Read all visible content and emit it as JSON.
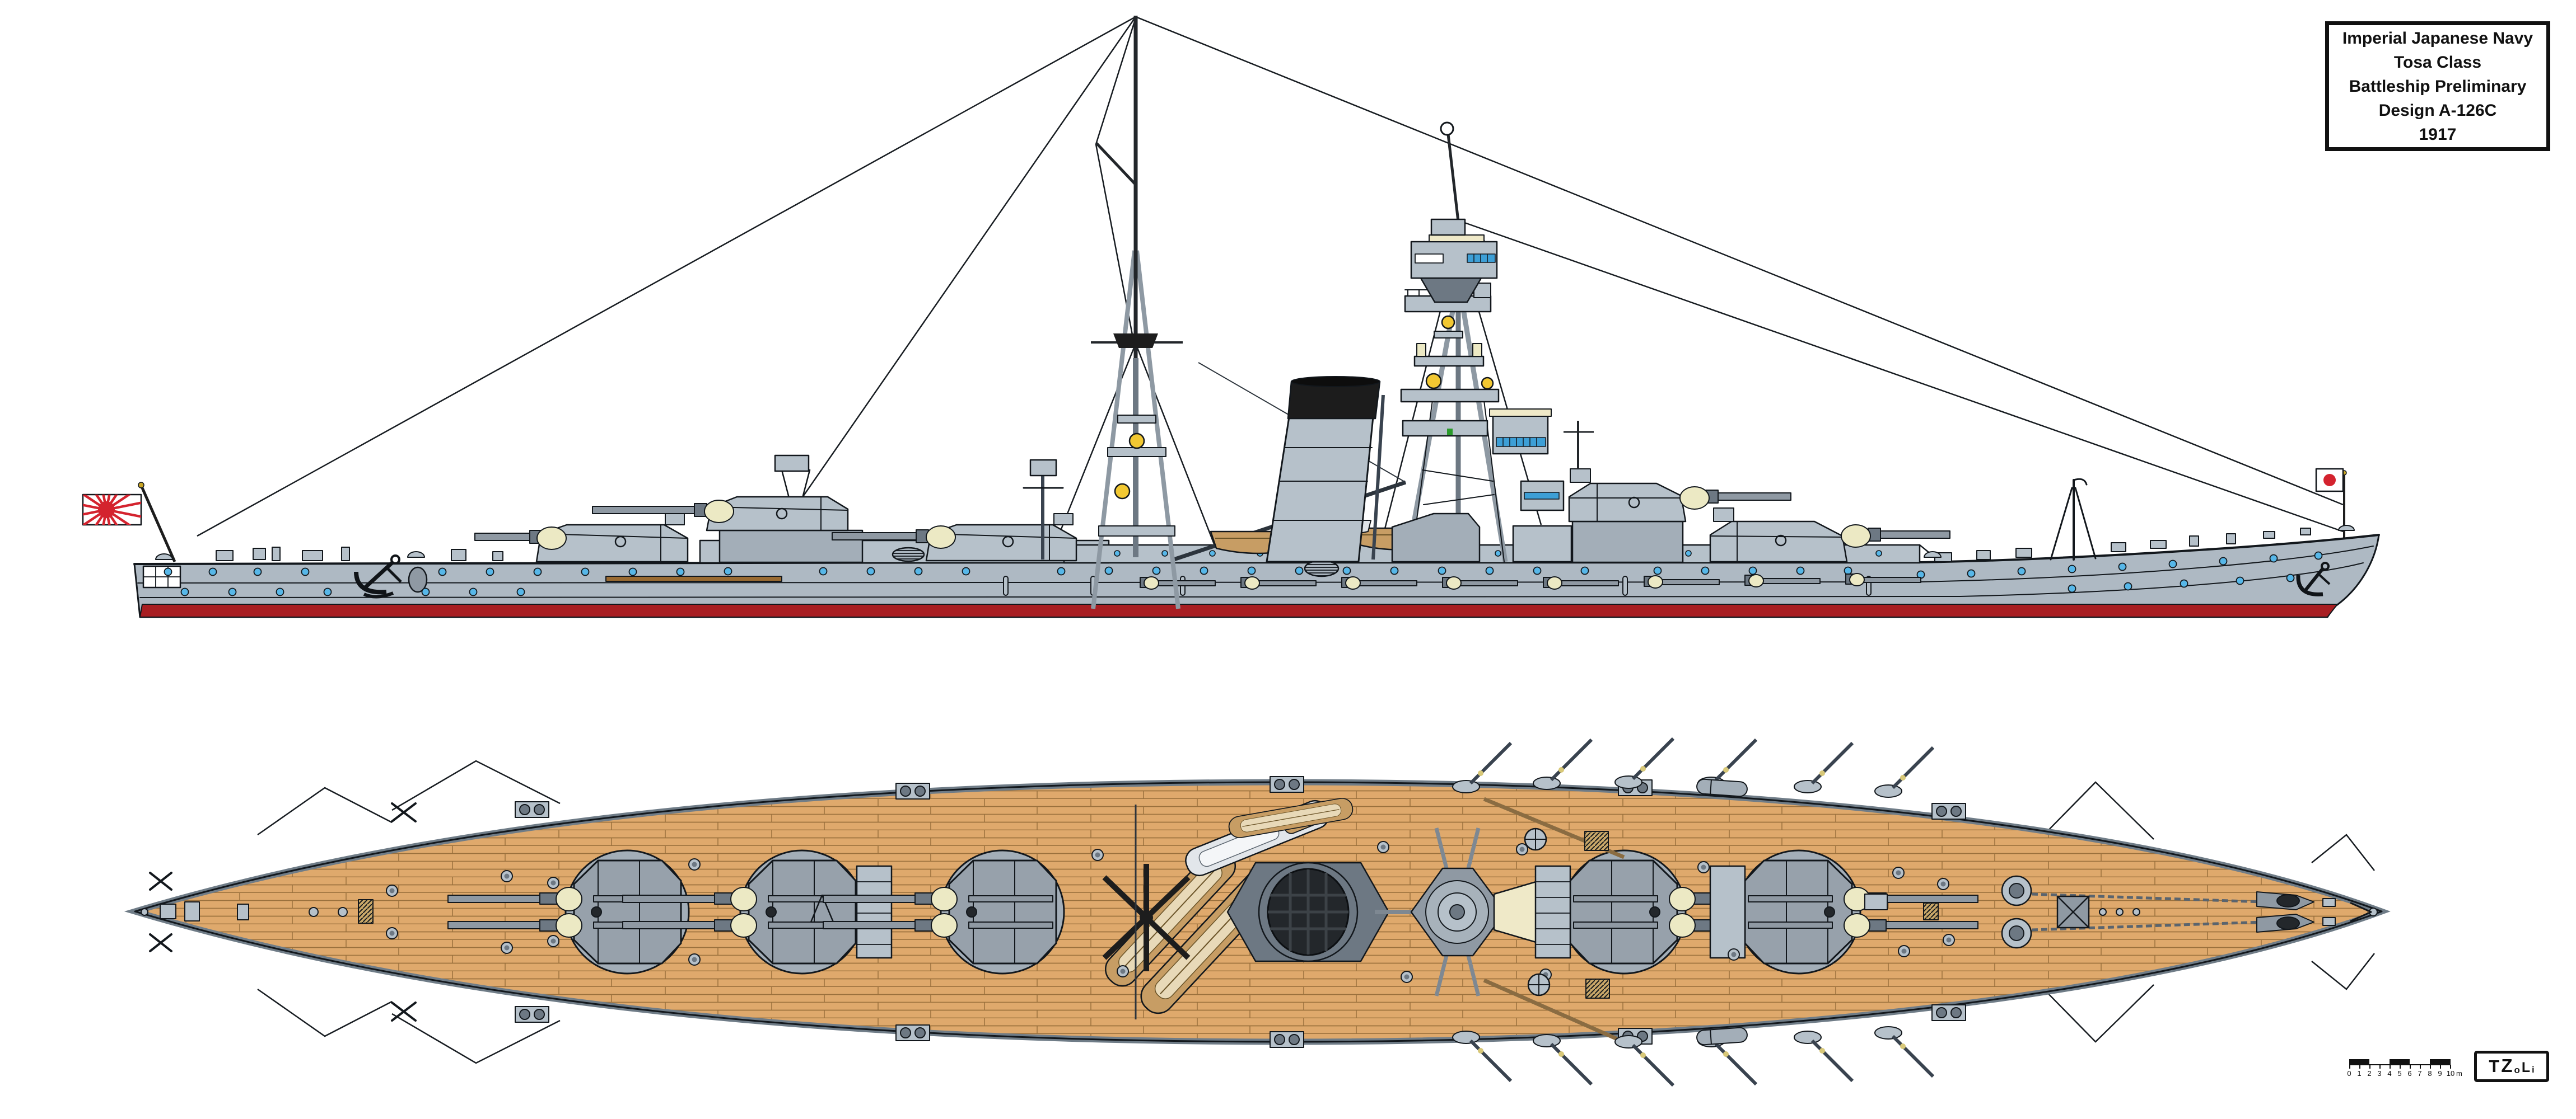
{
  "title_box": {
    "lines": [
      "Imperial Japanese Navy",
      "Tosa Class",
      "Battleship Preliminary",
      "Design A-126C",
      "1917"
    ]
  },
  "scale_bar": {
    "labels": [
      "0",
      "1",
      "2",
      "3",
      "4",
      "5",
      "6",
      "7",
      "8",
      "9",
      "10"
    ],
    "unit": "m"
  },
  "logo": {
    "letters": [
      "T",
      "Z",
      "o",
      "L",
      "i"
    ]
  },
  "ship": {
    "stern_flag": "imperial-japanese-navy-rising-sun-ensign",
    "bow_flag": "japan-hinomaru-jack",
    "views": [
      "side-profile",
      "deck-plan"
    ]
  },
  "colors": {
    "background": "#ffffff",
    "outline": "#12171c",
    "hull_gray": "#aeb9c3",
    "superstructure_gray": "#b6c1ca",
    "barbette_gray": "#a3aeb8",
    "dark_gray": "#6d7883",
    "barrel_gray": "#8f99a3",
    "deck_tan": "#dfa96c",
    "plank_line": "#9a703c",
    "waterline_red": "#a81e22",
    "funnel_cap": "#1c1c1c",
    "porthole_blue": "#57b7e8",
    "window_blue": "#3d9fd6",
    "searchlight_yellow": "#f2c832",
    "blast_bag_cream": "#ece9c4",
    "boat_tan": "#c79d64",
    "boat_tan_dark": "#b28b52",
    "flag_red": "#d4232e",
    "cream_deck": "#efe9c8",
    "plan_turret_gray": "#97a1ab",
    "rim_gray": "#6f7c87"
  }
}
